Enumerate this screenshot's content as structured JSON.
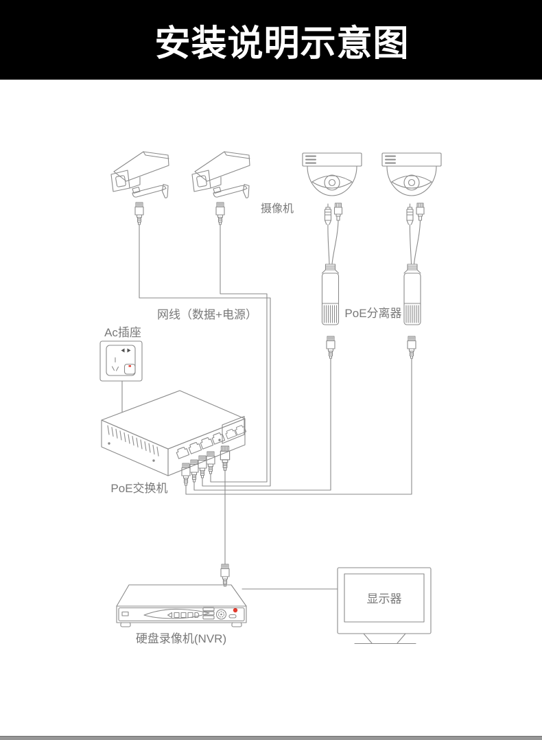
{
  "header": {
    "title": "安装说明示意图",
    "background": "#000000",
    "text_color": "#ffffff"
  },
  "diagram": {
    "labels": {
      "camera": "摄像机",
      "network_cable": "网线（数据+电源）",
      "ac_socket": "Ac插座",
      "poe_splitter": "PoE分离器",
      "poe_switch": "PoE交换机",
      "nvr": "硬盘录像机(NVR)",
      "monitor": "显示器"
    },
    "components": [
      {
        "type": "bullet-camera",
        "count": 2,
        "label_ref": "camera"
      },
      {
        "type": "dome-camera",
        "count": 2,
        "label_ref": "camera"
      },
      {
        "type": "poe-splitter",
        "count": 2,
        "label_ref": "poe_splitter"
      },
      {
        "type": "ac-socket",
        "count": 1,
        "label_ref": "ac_socket"
      },
      {
        "type": "poe-switch",
        "count": 1,
        "ports_front": 4,
        "ports_uplink": 2,
        "label_ref": "poe_switch"
      },
      {
        "type": "nvr",
        "count": 1,
        "label_ref": "nvr"
      },
      {
        "type": "monitor",
        "count": 1,
        "label_ref": "monitor"
      }
    ],
    "colors": {
      "line": "#8a8a8a",
      "label_text": "#787878",
      "accent_red": "#e23b2e",
      "footer_bar": "#969696"
    }
  }
}
